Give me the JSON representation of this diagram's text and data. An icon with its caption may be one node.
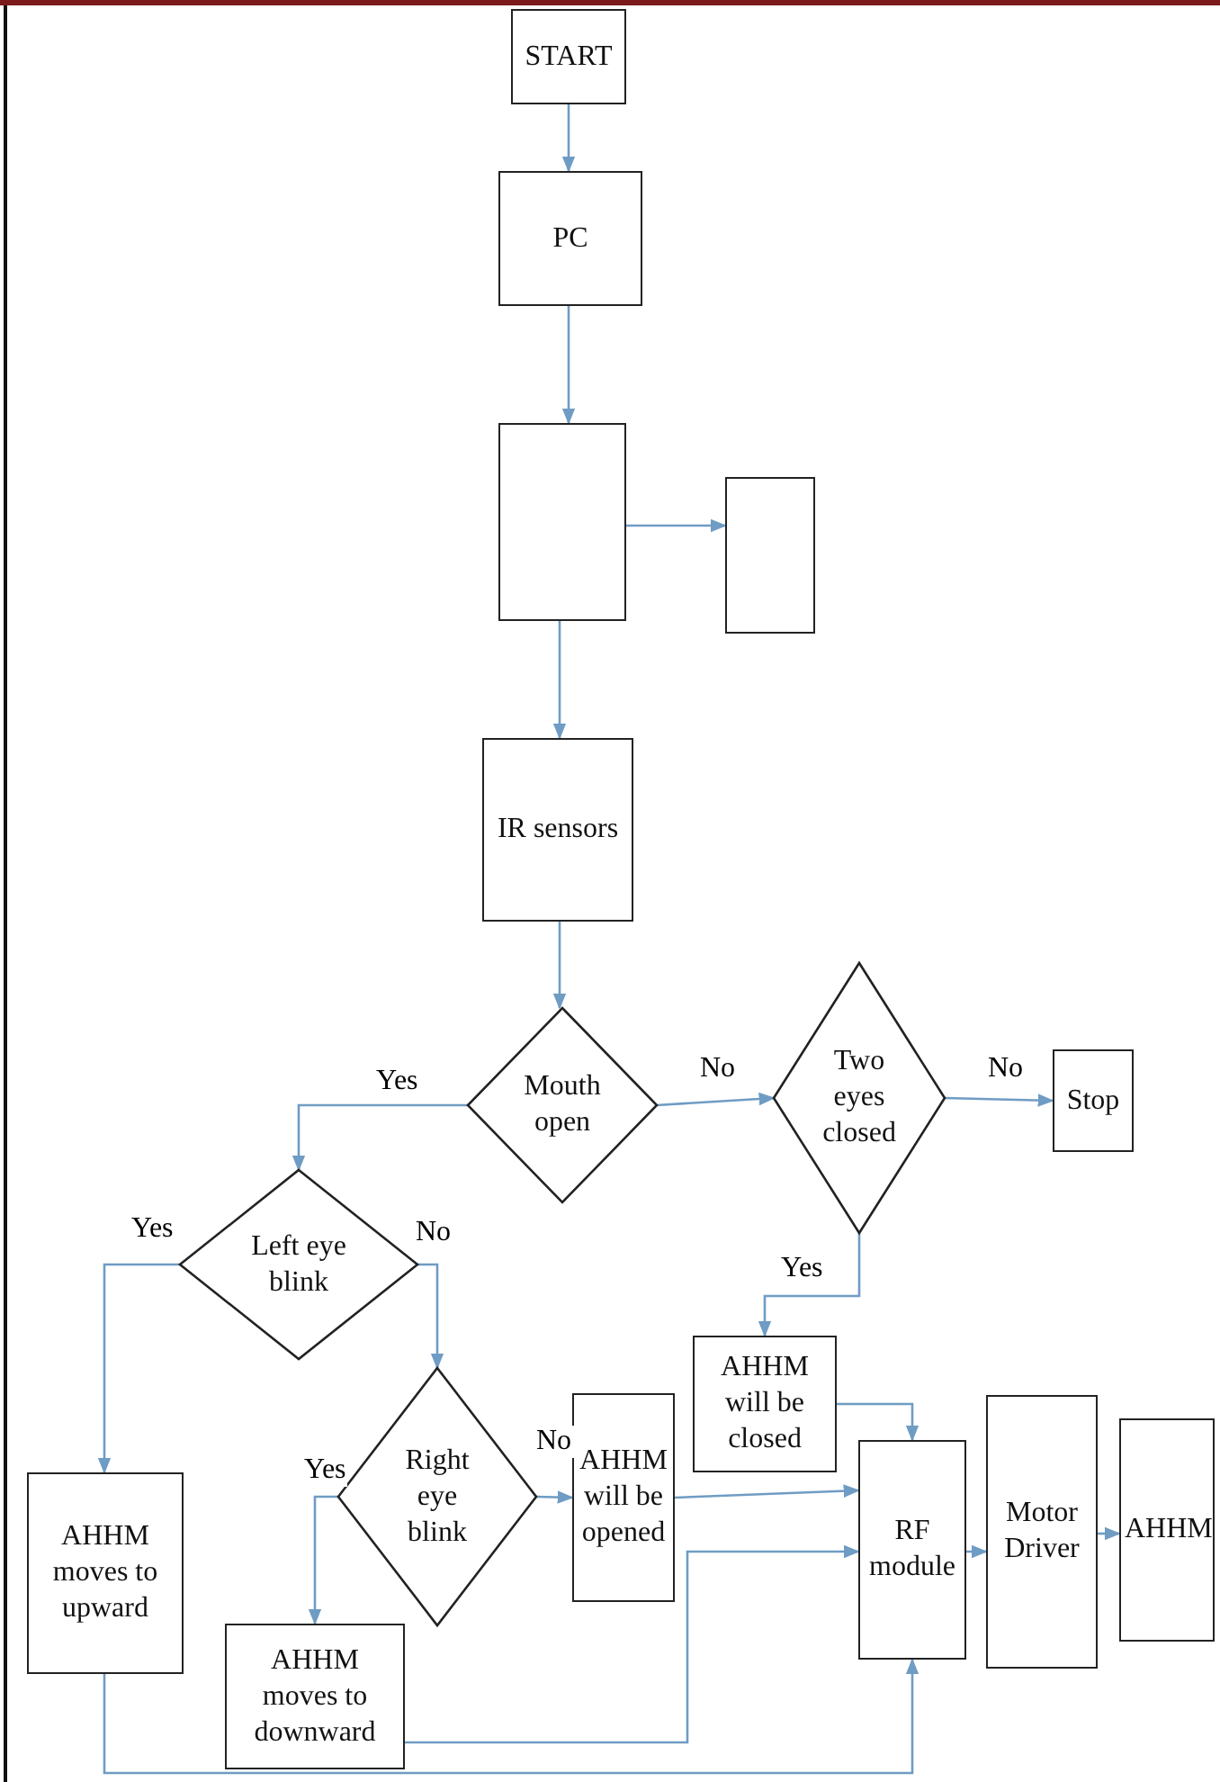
{
  "diagram": {
    "nodes": [
      {
        "text": [
          "START"
        ]
      },
      {
        "text": [
          "PC"
        ]
      },
      {
        "text": [],
        "shape": "box"
      },
      {
        "text": [],
        "shape": "box"
      },
      {
        "text": [
          "IR sensors"
        ]
      },
      {
        "text": [
          "Mouth open"
        ]
      },
      {
        "text": [
          "Two eyes closed"
        ]
      },
      {
        "text": [
          "Stop"
        ]
      },
      {
        "text": [
          "Left eye blink"
        ]
      },
      {
        "text": [
          "Right eye blink"
        ]
      },
      {
        "text": [
          "AHHM will be opened"
        ]
      },
      {
        "text": [
          "AHHM will be closed"
        ]
      },
      {
        "text": [
          "AHHM moves to upward"
        ]
      },
      {
        "text": [
          "AHHM moves to downward"
        ]
      },
      {
        "text": [
          "RF module"
        ]
      },
      {
        "text": [
          "Motor Driver"
        ]
      },
      {
        "text": [
          "AHHM"
        ]
      }
    ],
    "edges": [
      {
        "from": 0,
        "to": 1,
        "arrow": "to"
      },
      {
        "from": 1,
        "to": 2,
        "arrow": "to"
      },
      {
        "from": 2,
        "to": 3,
        "arrow": "to"
      },
      {
        "from": 2,
        "to": 4,
        "arrow": "to"
      },
      {
        "from": 4,
        "to": 5,
        "arrow": "to"
      },
      {
        "from": 5,
        "to": 6,
        "arrow": "to",
        "label": "No"
      },
      {
        "from": 6,
        "to": 7,
        "arrow": "to",
        "label": "No"
      },
      {
        "from": 5,
        "to": 8,
        "arrow": "to",
        "label": "Yes"
      },
      {
        "from": 8,
        "to": 12,
        "arrow": "to",
        "label": "Yes"
      },
      {
        "from": 8,
        "to": 9,
        "arrow": "to",
        "label": "No"
      },
      {
        "from": 9,
        "to": 10,
        "arrow": "to",
        "label": "No"
      },
      {
        "from": 9,
        "to": 13,
        "arrow": "to",
        "label": "Yes"
      },
      {
        "from": 6,
        "to": 11,
        "arrow": "to",
        "label": "Yes"
      },
      {
        "from": 11,
        "to": 14,
        "arrow": "to"
      },
      {
        "from": 10,
        "to": 14,
        "arrow": "to"
      },
      {
        "from": 13,
        "to": 14,
        "arrow": "to"
      },
      {
        "from": 12,
        "to": 14,
        "arrow": "to"
      },
      {
        "from": 14,
        "to": 15,
        "arrow": "to"
      },
      {
        "from": 15,
        "to": 16,
        "arrow": "to"
      }
    ]
  }
}
